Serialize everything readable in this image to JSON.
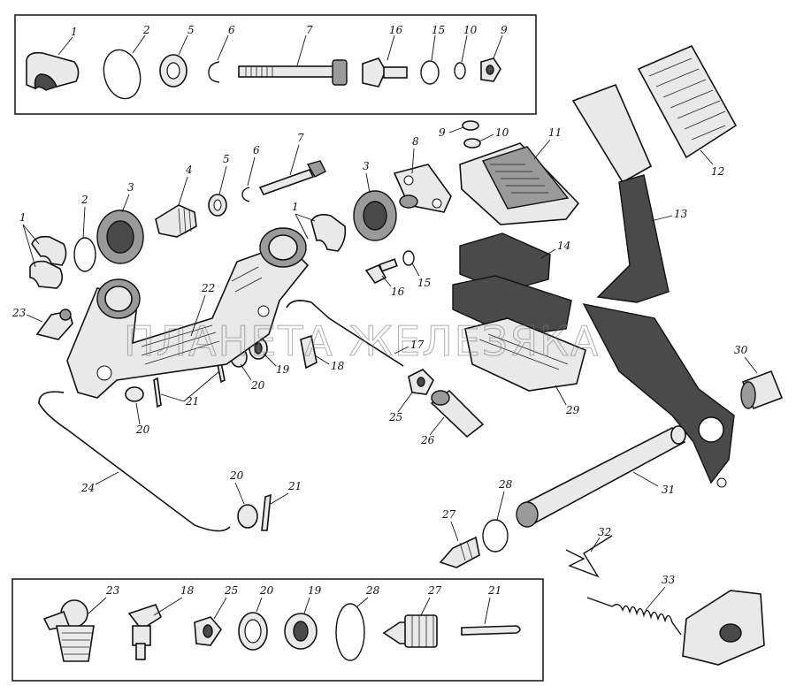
{
  "watermark": "ПЛАНЕТА ЖЕЛЕЗЯКА",
  "labels": {
    "box_top": [
      "1",
      "2",
      "5",
      "6",
      "7",
      "16",
      "15",
      "10",
      "9"
    ],
    "box_bottom": [
      "23",
      "18",
      "25",
      "20",
      "19",
      "28",
      "27",
      "21"
    ],
    "l1a": "1",
    "l1b": "1",
    "l2": "2",
    "l3a": "3",
    "l3b": "3",
    "l4": "4",
    "l5": "5",
    "l6": "6",
    "l7": "7",
    "l8": "8",
    "l9": "9",
    "l10": "10",
    "l11": "11",
    "l12": "12",
    "l13": "13",
    "l14": "14",
    "l15": "15",
    "l16": "16",
    "l17": "17",
    "l18": "18",
    "l19": "19",
    "l20a": "20",
    "l20b": "20",
    "l20c": "20",
    "l21a": "21",
    "l21b": "21",
    "l22": "22",
    "l23": "23",
    "l24": "24",
    "l25": "25",
    "l26": "26",
    "l27": "27",
    "l28": "28",
    "l29": "29",
    "l30": "30",
    "l31": "31",
    "l32": "32",
    "l33": "33"
  }
}
